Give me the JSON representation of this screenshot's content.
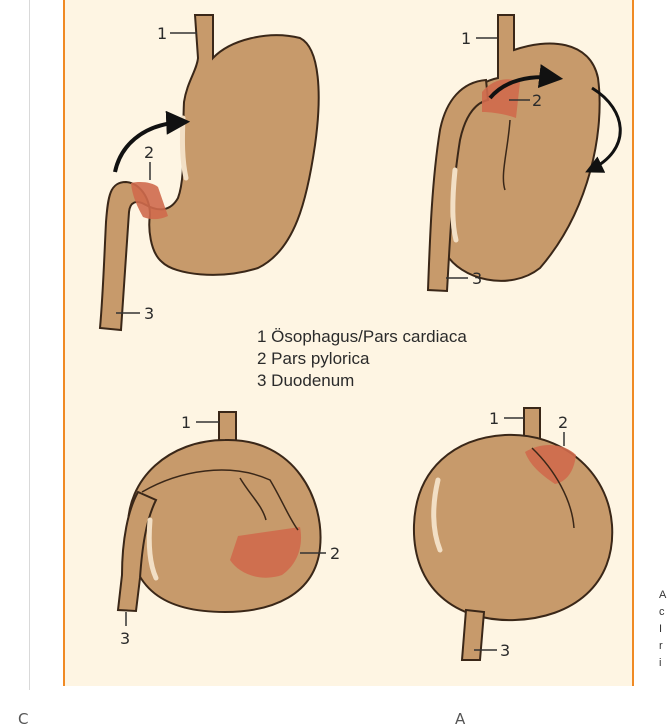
{
  "diagram": {
    "legend": [
      "1 Ösophagus/Pars cardiaca",
      "2 Pars pylorica",
      "3 Duodenum"
    ],
    "panels": [
      {
        "labels": {
          "esophagus": "1",
          "pylorus": "2",
          "duodenum": "3"
        }
      },
      {
        "labels": {
          "esophagus": "1",
          "pylorus": "2",
          "duodenum": "3"
        }
      },
      {
        "labels": {
          "esophagus": "1",
          "pylorus": "2",
          "duodenum": "3"
        }
      },
      {
        "labels": {
          "esophagus": "1",
          "pylorus": "2",
          "duodenum": "3"
        }
      }
    ],
    "colors": {
      "stomach": "#c79a6b",
      "stomach_outline": "#3a2718",
      "pylorus_highlight": "#cf6a4c",
      "arrow": "#111111",
      "panel_background": "#fef5e3",
      "panel_border": "#f08a24"
    }
  },
  "side_caption": [
    "A",
    "c",
    "I",
    "r",
    "i"
  ]
}
